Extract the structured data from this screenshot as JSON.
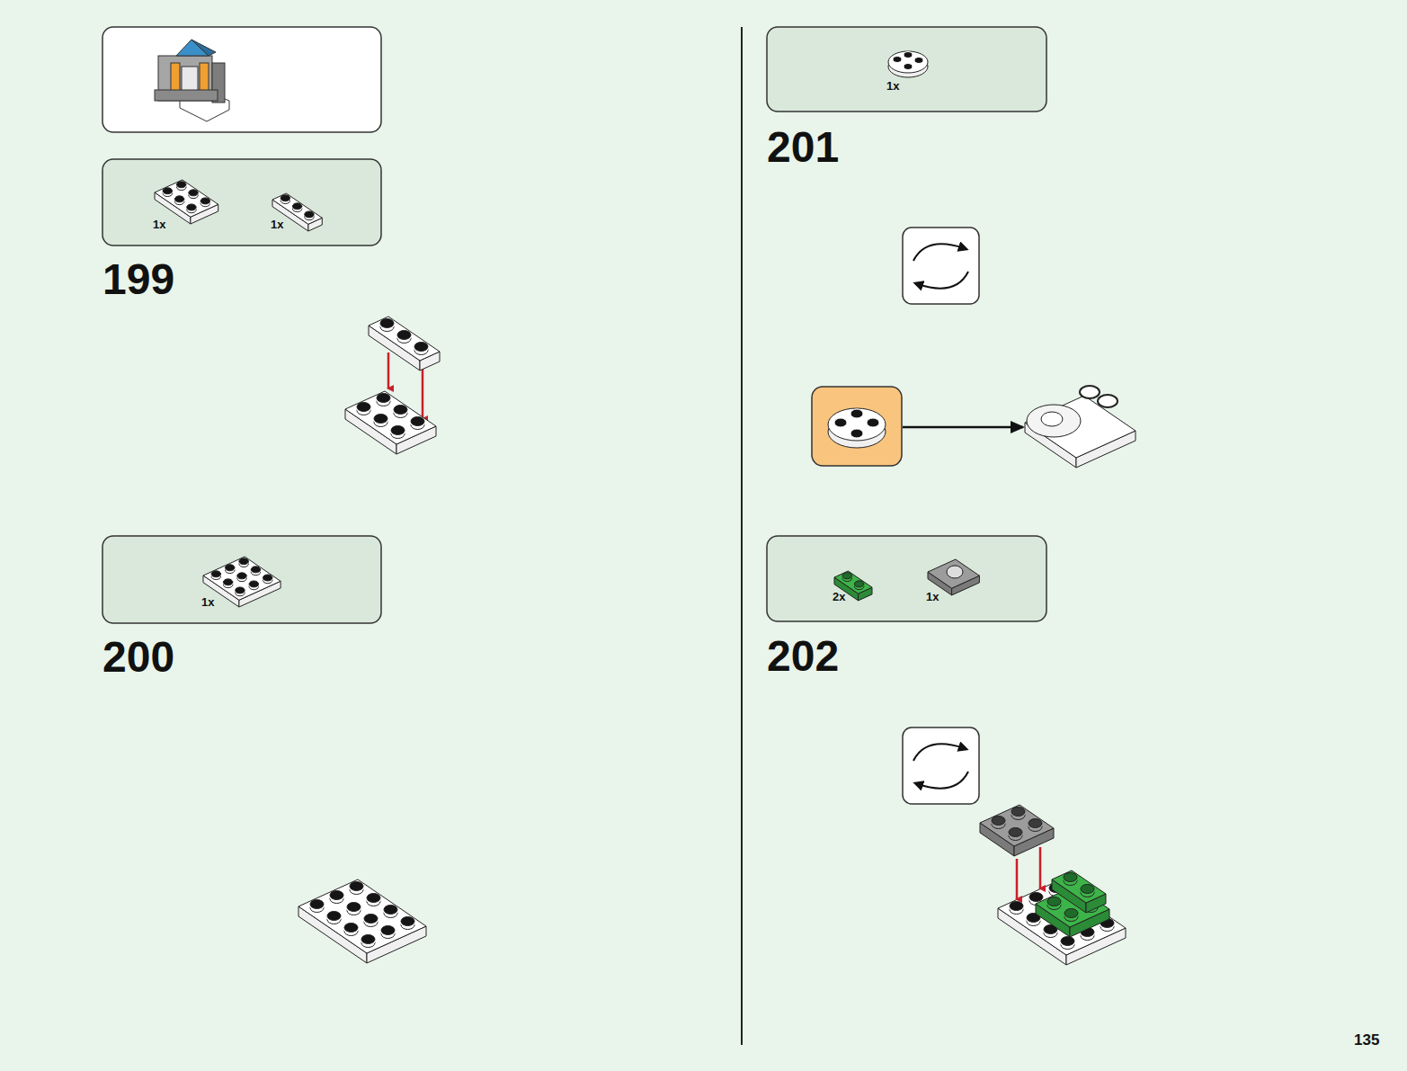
{
  "diagram": {
    "nodes": [
      {
        "text": [
          "1x",
          "1x"
        ]
      },
      {
        "text": [
          "1x"
        ]
      },
      {
        "text": [
          "1x"
        ]
      },
      {
        "text": [
          "2x",
          "1x"
        ]
      }
    ],
    "labels": [
      "199",
      "200",
      "201",
      "202",
      "135"
    ]
  }
}
